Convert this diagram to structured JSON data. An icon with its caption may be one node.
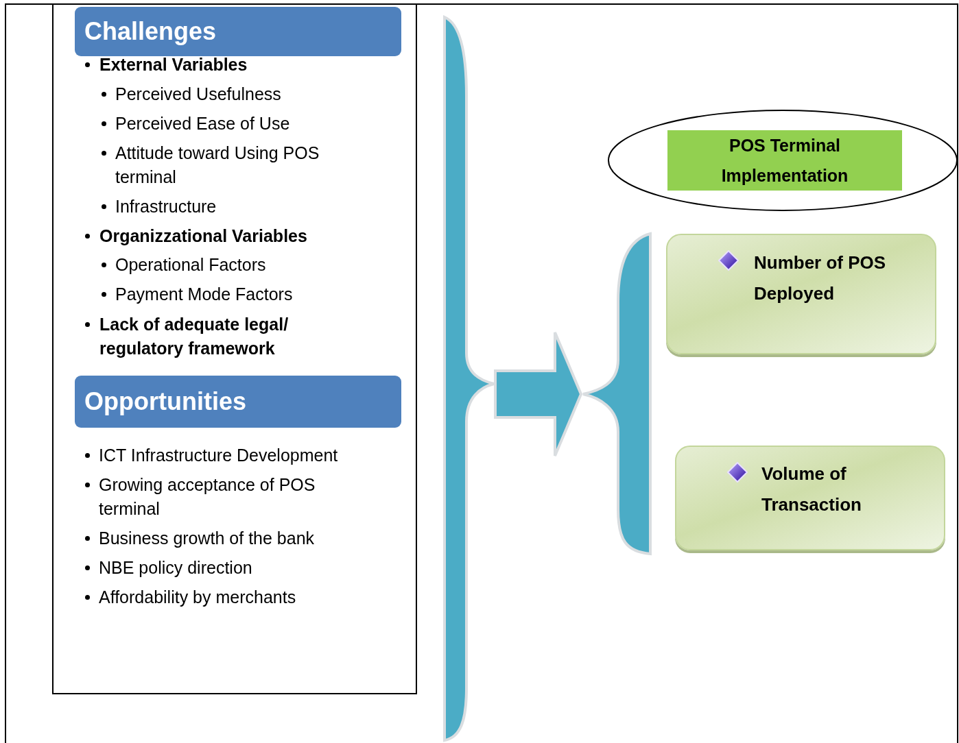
{
  "diagram": {
    "nodes": [
      {
        "text": [],
        "shape": "box"
      },
      {
        "text": [
          "Challenges"
        ],
        "in": 0
      },
      {
        "text": [
          "Opportunities"
        ],
        "in": 0
      },
      {
        "text": [],
        "shape": "brace"
      },
      {
        "text": [],
        "shape": "brace"
      },
      {
        "text": [],
        "shape": "ellipse"
      },
      {
        "text": [
          "POS Terminal Implementation"
        ],
        "in": 5
      },
      {
        "text": [
          "Number of POS Deployed"
        ]
      },
      {
        "text": [
          "Volume of Transaction"
        ]
      }
    ],
    "edges": [
      {
        "from": 3,
        "to": 4,
        "arrow": "to",
        "style": "thick"
      }
    ],
    "labels": [
      "External Variables",
      "Perceived Usefulness",
      "Perceived Ease of Use",
      "Attitude toward Using POS terminal",
      "Infrastructure",
      "Organizzational Variables",
      "Operational Factors",
      "Payment Mode Factors",
      "Lack of adequate legal/ regulatory framework",
      "ICT Infrastructure Development",
      "Growing acceptance of POS terminal",
      "Business growth of the bank",
      "NBE policy direction",
      "Affordability by merchants"
    ]
  }
}
